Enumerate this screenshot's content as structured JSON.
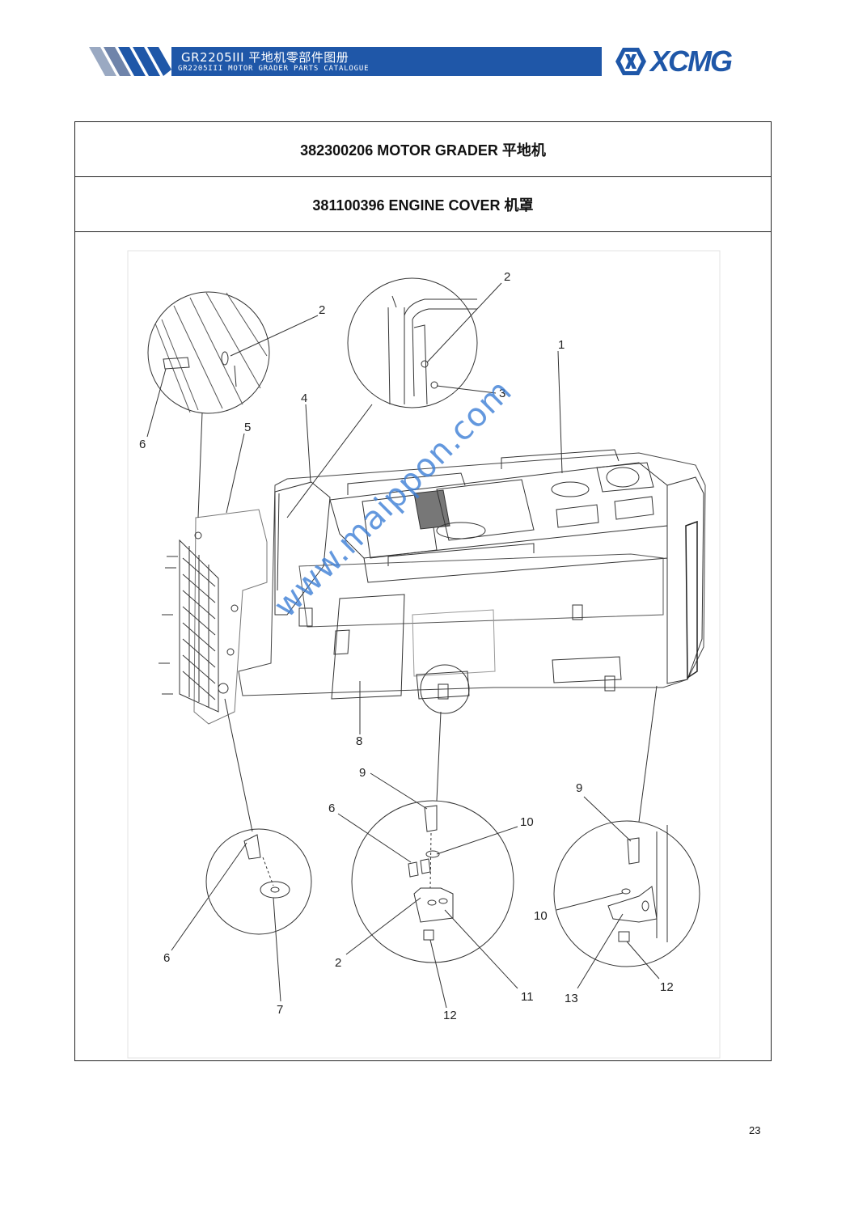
{
  "header": {
    "title_cn": "GR2205III 平地机零部件图册",
    "title_en": "GR2205III MOTOR GRADER PARTS CATALOGUE",
    "brand": "XCMG",
    "brand_color": "#1f57a8"
  },
  "table": {
    "machine_title": "382300206 MOTOR GRADER 平地机",
    "assembly_title": "381100396 ENGINE COVER 机罩"
  },
  "callouts": {
    "c1": "1",
    "c2a": "2",
    "c2b": "2",
    "c2c": "2",
    "c3": "3",
    "c4": "4",
    "c5": "5",
    "c6a": "6",
    "c6b": "6",
    "c6c": "6",
    "c7": "7",
    "c8": "8",
    "c9a": "9",
    "c9b": "9",
    "c10a": "10",
    "c10b": "10",
    "c11": "11",
    "c12a": "12",
    "c12b": "12",
    "c13": "13"
  },
  "watermark": "www.maippon.com",
  "page_number": "23"
}
